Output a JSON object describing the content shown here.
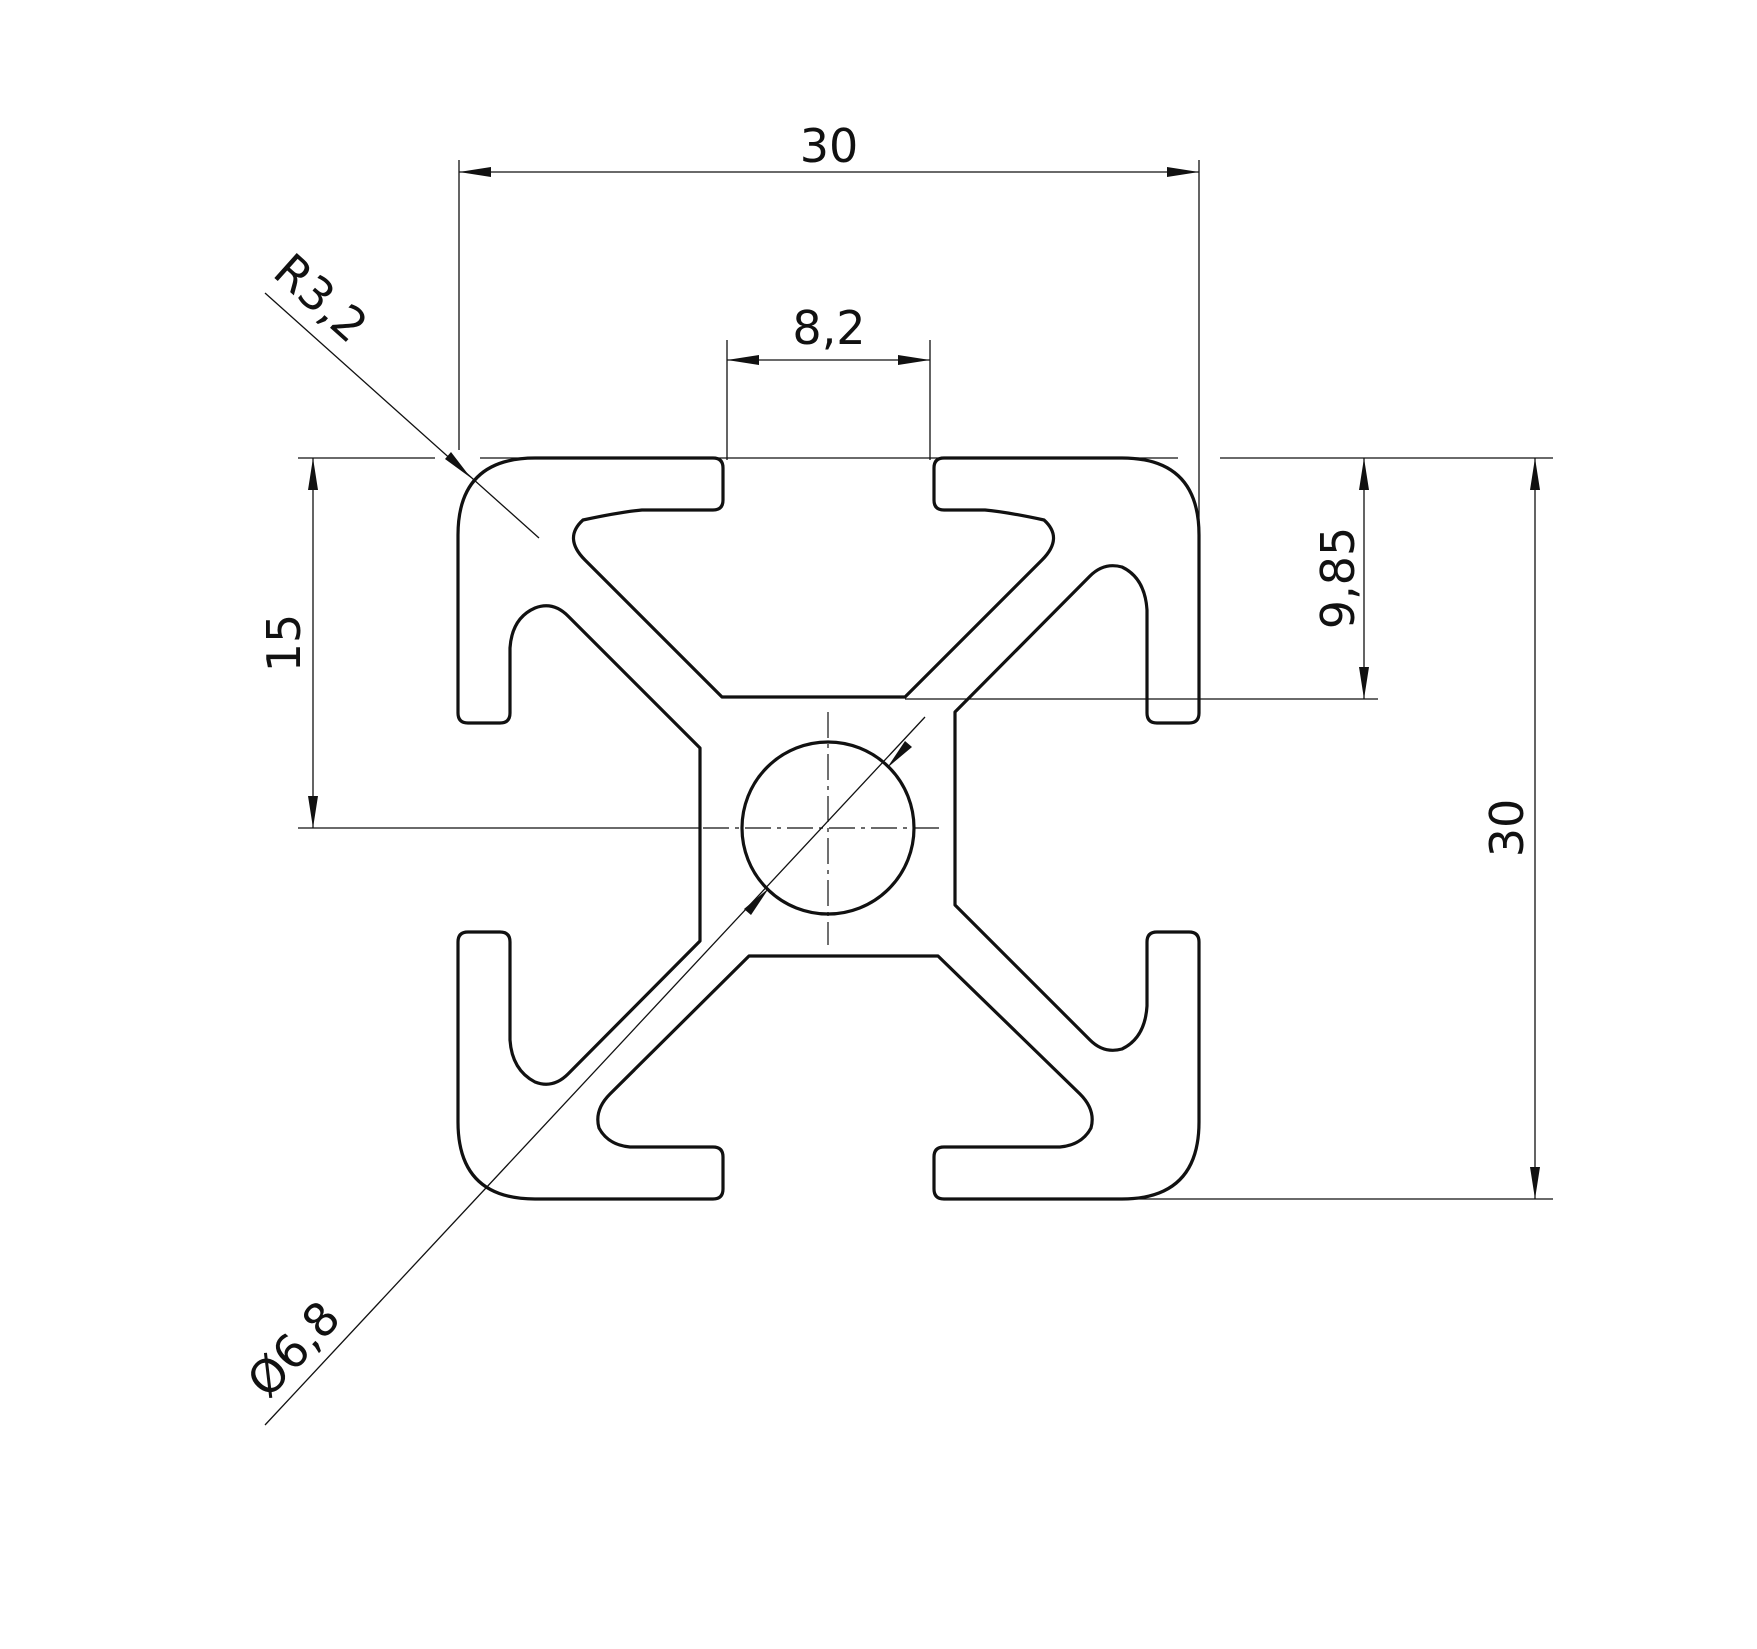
{
  "drawing": {
    "dimensions": {
      "overall_width": "30",
      "slot_width": "8,2",
      "corner_radius": "R3,2",
      "half_height": "15",
      "slot_depth": "9,85",
      "overall_height": "30",
      "bore_diameter": "Ø6,8"
    },
    "colors": {
      "line": "#111111",
      "background": "#ffffff"
    }
  }
}
